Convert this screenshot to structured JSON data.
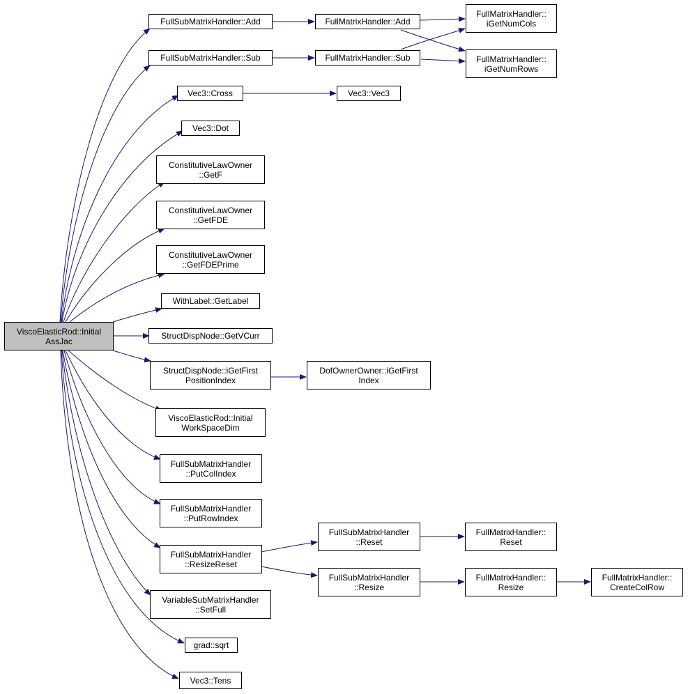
{
  "diagram": {
    "type": "call-graph",
    "edge_color": "#191970",
    "root_fill": "#bfbfbf",
    "nodes": {
      "root": "ViscoElasticRod::Initial\nAssJac",
      "fsm_add": "FullSubMatrixHandler::Add",
      "fm_add": "FullMatrixHandler::Add",
      "fm_cols": "FullMatrixHandler::\niGetNumCols",
      "fsm_sub": "FullSubMatrixHandler::Sub",
      "fm_sub": "FullMatrixHandler::Sub",
      "fm_rows": "FullMatrixHandler::\niGetNumRows",
      "cross": "Vec3::Cross",
      "vec3": "Vec3::Vec3",
      "dot": "Vec3::Dot",
      "getf": "ConstitutiveLawOwner\n::GetF",
      "getfde": "ConstitutiveLawOwner\n::GetFDE",
      "getfdeprime": "ConstitutiveLawOwner\n::GetFDEPrime",
      "getlabel": "WithLabel::GetLabel",
      "getvcurr": "StructDispNode::GetVCurr",
      "igetfirstpos": "StructDispNode::iGetFirst\nPositionIndex",
      "dofindex": "DofOwnerOwner::iGetFirst\nIndex",
      "workspace": "ViscoElasticRod::Initial\nWorkSpaceDim",
      "putcol": "FullSubMatrixHandler\n::PutColIndex",
      "putrow": "FullSubMatrixHandler\n::PutRowIndex",
      "resizereset": "FullSubMatrixHandler\n::ResizeReset",
      "fsm_reset": "FullSubMatrixHandler\n::Reset",
      "fm_reset": "FullMatrixHandler::\nReset",
      "fsm_resize": "FullSubMatrixHandler\n::Resize",
      "fm_resize": "FullMatrixHandler::\nResize",
      "createcolrow": "FullMatrixHandler::\nCreateColRow",
      "setfull": "VariableSubMatrixHandler\n::SetFull",
      "sqrt": "grad::sqrt",
      "tens": "Vec3::Tens"
    }
  }
}
